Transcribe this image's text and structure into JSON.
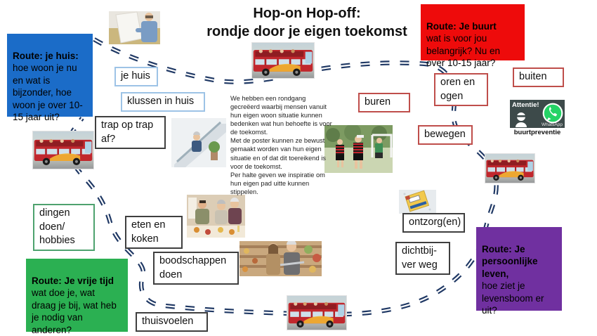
{
  "title": {
    "line1": "Hop-on Hop-off:",
    "line2": "rondje door je eigen toekomst"
  },
  "intro": "We hebben een rondgang\ngecreëerd waarbij mensen vanuit\nhun eigen woon situatie kunnen\nbedenken wat hun behoefte is voor\nde toekomst.\nMet de poster kunnen ze bewust\ngemaakt worden van hun eigen\nsituatie en of dat dit toereikend is\nvoor de toekomst.\nPer halte geven we inspiratie om\nhun eigen pad uitte kunnen\nstippelen.",
  "routes": {
    "huis": {
      "header": "Route: je huis:",
      "body": "hoe woon je nu\nen wat is\nbijzonder, hoe\nwoon je over 10-\n15 jaar uit?",
      "color": "#1B6CC8"
    },
    "buurt": {
      "header": "Route: Je buurt",
      "body": "wat is voor jou\nbelangrijk? Nu en\nover 10-15 jaar?",
      "color": "#EE0B0B"
    },
    "vrije_tijd": {
      "header": "Route: Je vrije tijd",
      "body": "wat doe je, wat\ndraag je bij, wat heb\nje nodig van\nanderen?",
      "color": "#2BB052"
    },
    "persoonlijk": {
      "header": "Route: Je\npersoonlijke\nleven,",
      "body": "hoe ziet je\nlevensboom er\nuit?",
      "color": "#7030A0"
    }
  },
  "stops": {
    "je_huis": "je huis",
    "klussen": "klussen in huis",
    "trap": "trap op trap\naf?",
    "buren": "buren",
    "oren": "oren en\nogen",
    "buiten": "buiten",
    "bewegen": "bewegen",
    "dingen": "dingen\ndoen/\nhobbies",
    "eten": "eten en\nkoken",
    "boodschappen": "boodschappen\ndoen",
    "thuisvoelen": "thuisvoelen",
    "ontzorg": "ontzorg(en)",
    "dichtbij": "dichtbij-\nver weg"
  },
  "badge": {
    "attentie": "Attentie!",
    "whatsapp": "WhatsApp",
    "buurtpreventie": "buurtpreventie"
  },
  "colors": {
    "dash_line": "#1F3864",
    "border_light_blue": "#9DC3E6",
    "border_red": "#BF4E4B",
    "border_green": "#4EA26E",
    "border_dark": "#3F3F3F",
    "whatsapp_green": "#25D366"
  }
}
